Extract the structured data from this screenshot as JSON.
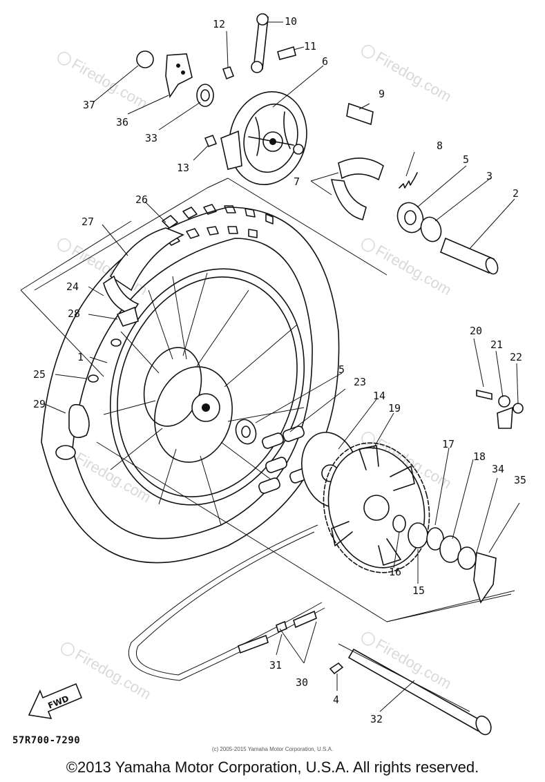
{
  "diagram_code": "57R700-7290",
  "small_copyright": "(c) 2005-2015 Yamaha Motor Corporation, U.S.A.",
  "footer_copyright": "©2013 Yamaha Motor Corporation, U.S.A. All rights reserved.",
  "watermark_text": "Firedog.com",
  "fwd_label": "FWD",
  "callouts": [
    "1",
    "2",
    "3",
    "4",
    "5",
    "5",
    "6",
    "7",
    "8",
    "9",
    "10",
    "11",
    "12",
    "13",
    "14",
    "15",
    "16",
    "17",
    "18",
    "19",
    "20",
    "21",
    "22",
    "23",
    "24",
    "25",
    "26",
    "27",
    "28",
    "29",
    "30",
    "31",
    "32",
    "33",
    "34",
    "35",
    "36",
    "37"
  ]
}
